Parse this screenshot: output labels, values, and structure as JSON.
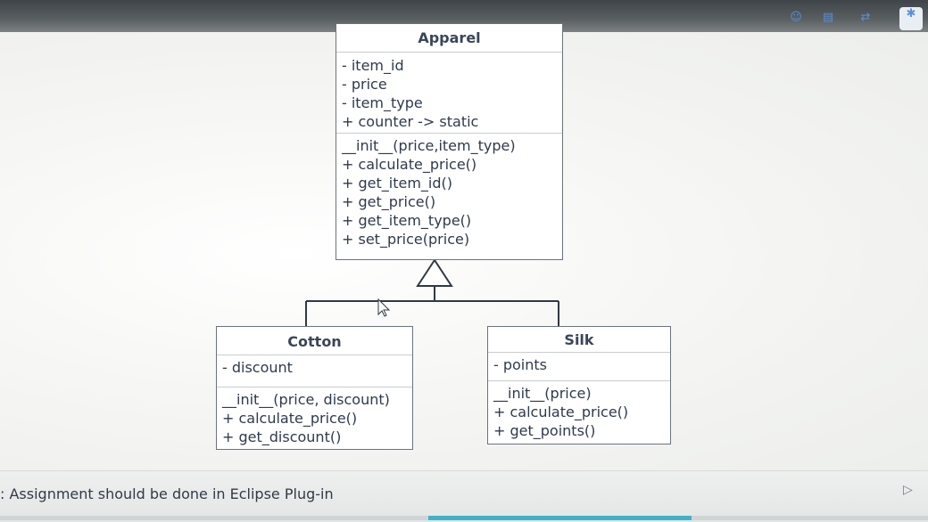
{
  "diagram": {
    "classes": {
      "apparel": {
        "name": "Apparel",
        "attributes": [
          "- item_id",
          "- price",
          "- item_type",
          "+ counter -> static"
        ],
        "operations": [
          "__init__(price,item_type)",
          "+ calculate_price()",
          "+ get_item_id()",
          "+ get_price()",
          "+ get_item_type()",
          "+ set_price(price)"
        ]
      },
      "cotton": {
        "name": "Cotton",
        "attributes": [
          "- discount"
        ],
        "operations": [
          "__init__(price, discount)",
          "+ calculate_price()",
          "+ get_discount()"
        ]
      },
      "silk": {
        "name": "Silk",
        "attributes": [
          "- points"
        ],
        "operations": [
          "__init__(price)",
          "+ calculate_price()",
          "+ get_points()"
        ]
      }
    }
  },
  "footer": {
    "note": ": Assignment should be done in Eclipse Plug-in"
  },
  "icons": [
    "emoji-icon",
    "document-icon",
    "share-icon",
    "settings-icon",
    "cursor-icon",
    "play-icon"
  ]
}
